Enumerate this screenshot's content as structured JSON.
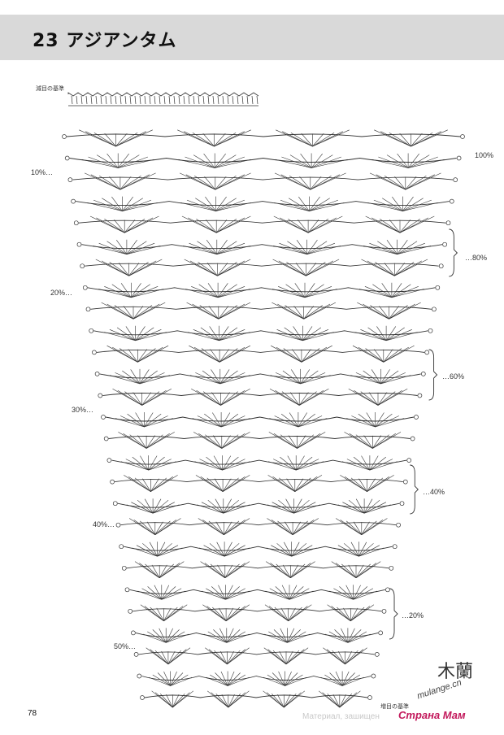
{
  "header": {
    "title": "23 アジアンタム",
    "band_color": "#d9d9d9"
  },
  "chart_labels": {
    "top_left": "減目の基準",
    "bottom_marker": "増目の基準"
  },
  "percent_labels": {
    "left": [
      "10%…",
      "20%…",
      "30%…",
      "40%…",
      "50%…"
    ],
    "right": [
      "100%",
      "…80%",
      "…60%",
      "…40%",
      "…20%"
    ]
  },
  "page": {
    "number": "78"
  },
  "watermark": {
    "text": "Материал, зашищен",
    "brand": "Страна Мам",
    "site": "mulange.cn",
    "logo_chars": "木蘭"
  },
  "colors": {
    "ink": "#333333",
    "brand": "#c2185b"
  }
}
